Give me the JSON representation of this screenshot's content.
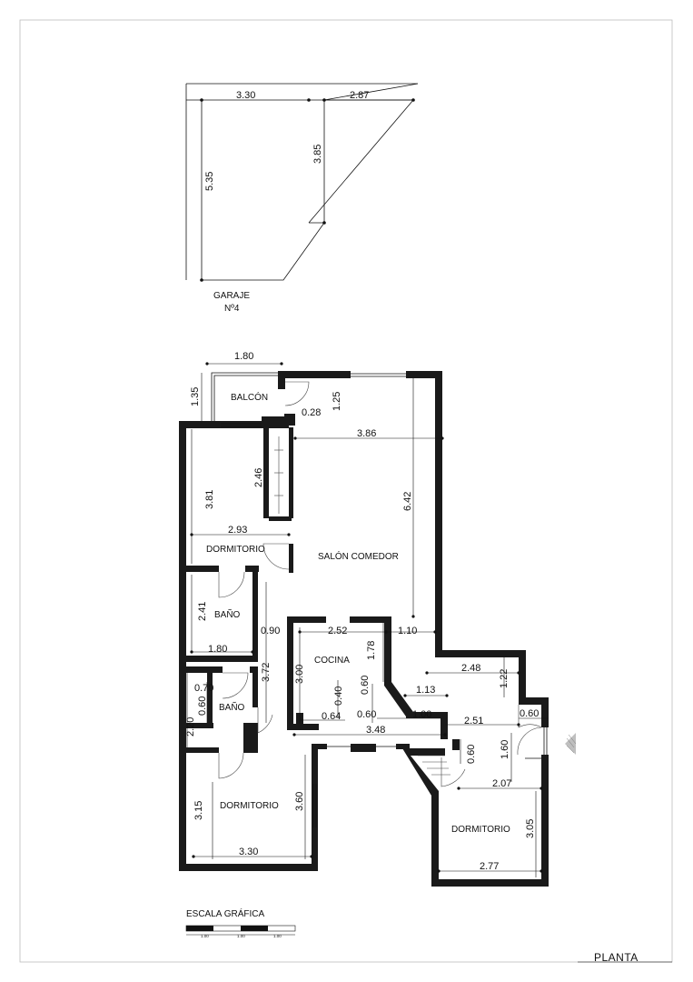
{
  "sheet": {
    "title": "PLANTA"
  },
  "garage": {
    "label_line1": "GARAJE",
    "label_line2": "Nº4",
    "dims": {
      "top_left": "3.30",
      "top_right": "2.87",
      "left": "5.35",
      "inner": "3.85"
    }
  },
  "rooms": {
    "balcony": "BALCÓN",
    "bedroom_1": "DORMITORIO",
    "living": "SALÓN COMEDOR",
    "bath_1": "BAÑO",
    "kitchen": "COCINA",
    "bath_2": "BAÑO",
    "bedroom_2": "DORMITORIO",
    "bedroom_3": "DORMITORIO"
  },
  "dims": {
    "d_180_top": "1.80",
    "d_135": "1.35",
    "d_125": "1.25",
    "d_028": "0.28",
    "d_386": "3.86",
    "d_246": "2.46",
    "d_381": "3.81",
    "d_293": "2.93",
    "d_642": "6.42",
    "d_241": "2.41",
    "d_180_bath": "1.80",
    "d_090": "0.90",
    "d_372": "3.72",
    "d_252": "2.52",
    "d_110": "1.10",
    "d_178": "1.78",
    "d_300": "3.00",
    "d_248": "2.48",
    "d_122": "1.22",
    "d_070": "0.70",
    "d_060_bath": "0.60",
    "d_220": "2.20",
    "d_040": "0.40",
    "d_060_kit": "0.60",
    "d_113": "1.13",
    "d_060_a": "0.60",
    "d_100": "1.00",
    "d_064": "0.64",
    "d_348": "3.48",
    "d_251": "2.51",
    "d_060_c": "0.60",
    "d_060_d": "0.60",
    "d_160": "1.60",
    "d_207": "2.07",
    "d_315": "3.15",
    "d_360": "3.60",
    "d_305": "3.05",
    "d_330": "3.30",
    "d_277": "2.77"
  },
  "scale": {
    "title": "ESCALA GRÁFICA",
    "ticks": [
      "1.00",
      "1.00",
      "1.00"
    ]
  }
}
